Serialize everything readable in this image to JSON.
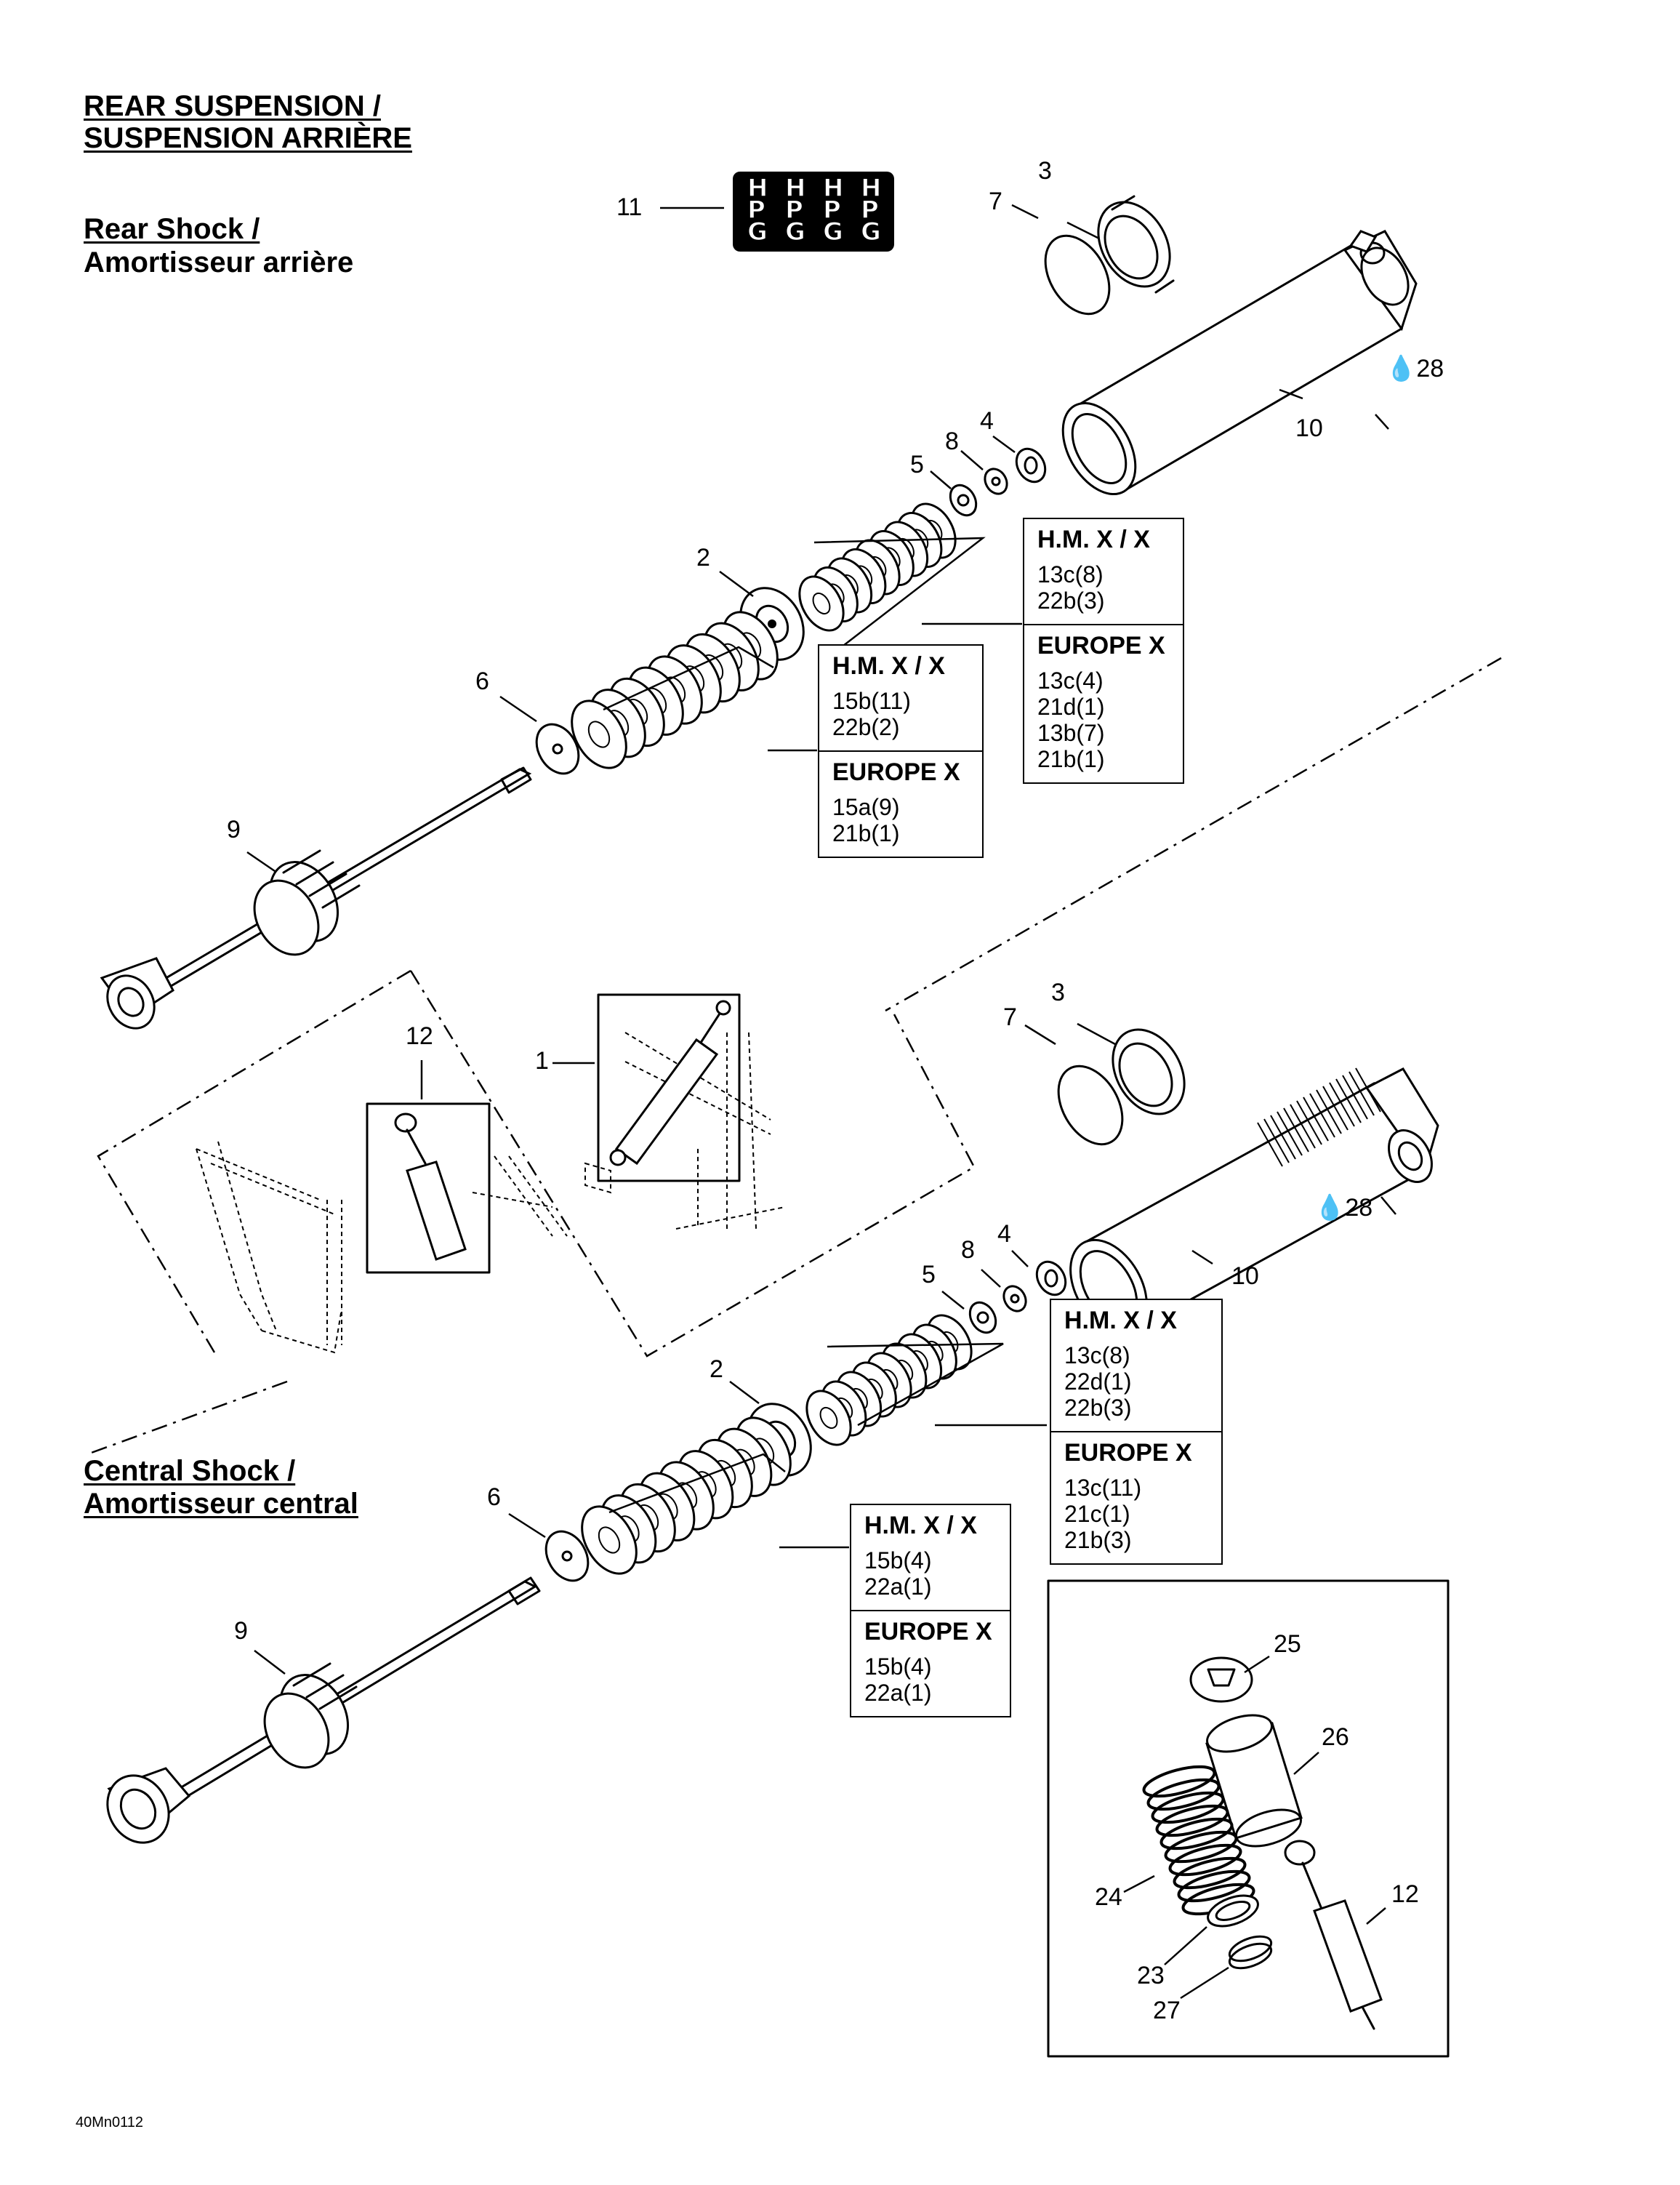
{
  "title": {
    "line1": "REAR SUSPENSION /",
    "line2": "SUSPENSION ARRIÈRE"
  },
  "sections": {
    "rear": {
      "line1": "Rear Shock /",
      "line2": "Amortisseur arrière"
    },
    "central": {
      "line1": "Central Shock /",
      "line2": "Amortisseur central"
    }
  },
  "decal_letters": [
    "H",
    "H",
    "H",
    "H",
    "P",
    "P",
    "P",
    "P",
    "G",
    "G",
    "G",
    "G"
  ],
  "callouts": {
    "top": {
      "c1": "1",
      "c2": "2",
      "c3": "3",
      "c4": "4",
      "c5": "5",
      "c6": "6",
      "c7": "7",
      "c8": "8",
      "c9": "9",
      "c10": "10",
      "c11": "11",
      "c12": "12",
      "c28": "28"
    },
    "bottom": {
      "c2": "2",
      "c3": "3",
      "c4": "4",
      "c5": "5",
      "c6": "6",
      "c7": "7",
      "c8": "8",
      "c9": "9",
      "c10": "10",
      "c28": "28"
    },
    "kit": {
      "c12": "12",
      "c23": "23",
      "c24": "24",
      "c25": "25",
      "c26": "26",
      "c27": "27"
    }
  },
  "spring_tables": {
    "rear_large": [
      {
        "header": "H.M. X / X",
        "rows": [
          "15b(11)",
          "22b(2)"
        ]
      },
      {
        "header": "EUROPE X",
        "rows": [
          "15a(9)",
          "21b(1)"
        ]
      }
    ],
    "rear_small": [
      {
        "header": "H.M. X / X",
        "rows": [
          "13c(8)",
          "22b(3)"
        ]
      },
      {
        "header": "EUROPE X",
        "rows": [
          "13c(4)",
          "21d(1)",
          "13b(7)",
          "21b(1)"
        ]
      }
    ],
    "central_large": [
      {
        "header": "H.M. X / X",
        "rows": [
          "15b(4)",
          "22a(1)"
        ]
      },
      {
        "header": "EUROPE X",
        "rows": [
          "15b(4)",
          "22a(1)"
        ]
      }
    ],
    "central_small": [
      {
        "header": "H.M. X / X",
        "rows": [
          "13c(8)",
          "22d(1)",
          "22b(3)"
        ]
      },
      {
        "header": "EUROPE X",
        "rows": [
          "13c(11)",
          "21c(1)",
          "21b(3)"
        ]
      }
    ]
  },
  "doc_code": "40Mn0112",
  "icons": {
    "lubricant": "oil-drop-icon"
  }
}
